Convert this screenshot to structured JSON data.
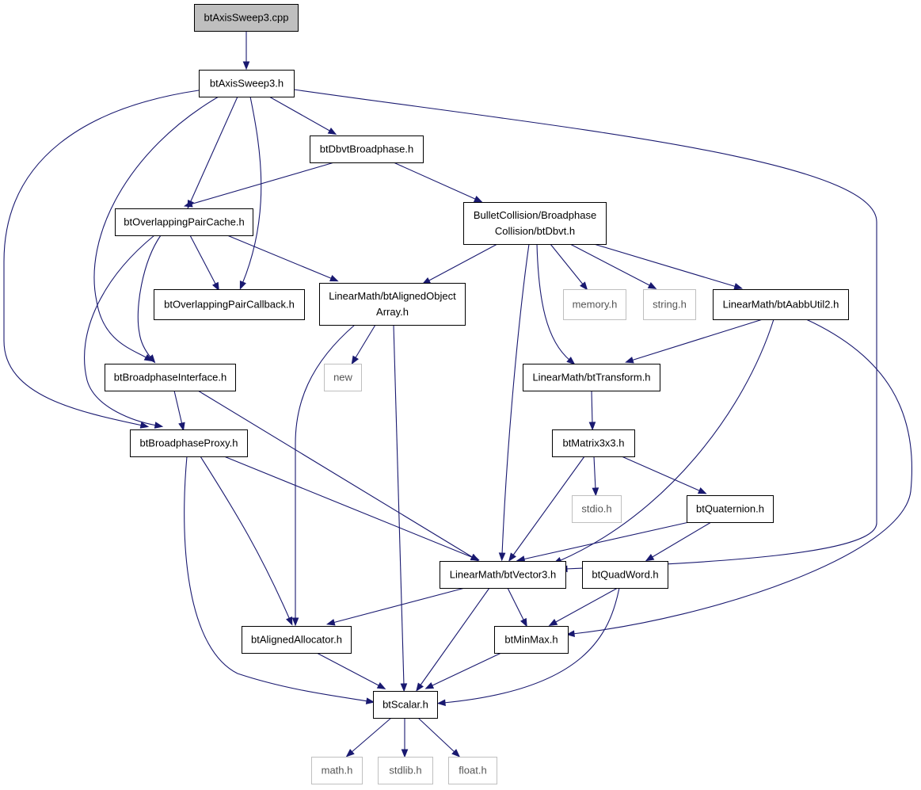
{
  "graph": {
    "nodes": [
      {
        "id": "root",
        "lines": [
          "btAxisSweep3.cpp"
        ],
        "kind": "root"
      },
      {
        "id": "axis_h",
        "lines": [
          "btAxisSweep3.h"
        ],
        "kind": "internal"
      },
      {
        "id": "dbvtbp",
        "lines": [
          "btDbvtBroadphase.h"
        ],
        "kind": "internal"
      },
      {
        "id": "opc",
        "lines": [
          "btOverlappingPairCache.h"
        ],
        "kind": "internal"
      },
      {
        "id": "dbvt",
        "lines": [
          "BulletCollision/Broadphase",
          "Collision/btDbvt.h"
        ],
        "kind": "internal"
      },
      {
        "id": "opcb",
        "lines": [
          "btOverlappingPairCallback.h"
        ],
        "kind": "internal"
      },
      {
        "id": "aoa",
        "lines": [
          "LinearMath/btAlignedObject",
          "Array.h"
        ],
        "kind": "internal"
      },
      {
        "id": "memory",
        "lines": [
          "memory.h"
        ],
        "kind": "external"
      },
      {
        "id": "string",
        "lines": [
          "string.h"
        ],
        "kind": "external"
      },
      {
        "id": "aabb",
        "lines": [
          "LinearMath/btAabbUtil2.h"
        ],
        "kind": "internal"
      },
      {
        "id": "bpi",
        "lines": [
          "btBroadphaseInterface.h"
        ],
        "kind": "internal"
      },
      {
        "id": "new",
        "lines": [
          "new"
        ],
        "kind": "external"
      },
      {
        "id": "transform",
        "lines": [
          "LinearMath/btTransform.h"
        ],
        "kind": "internal"
      },
      {
        "id": "bpp",
        "lines": [
          "btBroadphaseProxy.h"
        ],
        "kind": "internal"
      },
      {
        "id": "mat",
        "lines": [
          "btMatrix3x3.h"
        ],
        "kind": "internal"
      },
      {
        "id": "stdio",
        "lines": [
          "stdio.h"
        ],
        "kind": "external"
      },
      {
        "id": "quat",
        "lines": [
          "btQuaternion.h"
        ],
        "kind": "internal"
      },
      {
        "id": "vec3",
        "lines": [
          "LinearMath/btVector3.h"
        ],
        "kind": "internal"
      },
      {
        "id": "quadword",
        "lines": [
          "btQuadWord.h"
        ],
        "kind": "internal"
      },
      {
        "id": "alloc",
        "lines": [
          "btAlignedAllocator.h"
        ],
        "kind": "internal"
      },
      {
        "id": "minmax",
        "lines": [
          "btMinMax.h"
        ],
        "kind": "internal"
      },
      {
        "id": "scalar",
        "lines": [
          "btScalar.h"
        ],
        "kind": "internal"
      },
      {
        "id": "math",
        "lines": [
          "math.h"
        ],
        "kind": "external"
      },
      {
        "id": "stdlib",
        "lines": [
          "stdlib.h"
        ],
        "kind": "external"
      },
      {
        "id": "float",
        "lines": [
          "float.h"
        ],
        "kind": "external"
      }
    ],
    "edges": [
      {
        "from": "root",
        "to": "axis_h"
      },
      {
        "from": "axis_h",
        "to": "dbvtbp"
      },
      {
        "from": "axis_h",
        "to": "opc"
      },
      {
        "from": "axis_h",
        "to": "opcb"
      },
      {
        "from": "axis_h",
        "to": "bpi"
      },
      {
        "from": "axis_h",
        "to": "bpp"
      },
      {
        "from": "axis_h",
        "to": "vec3"
      },
      {
        "from": "dbvtbp",
        "to": "opc"
      },
      {
        "from": "dbvtbp",
        "to": "dbvt"
      },
      {
        "from": "opc",
        "to": "opcb"
      },
      {
        "from": "opc",
        "to": "aoa"
      },
      {
        "from": "opc",
        "to": "bpi"
      },
      {
        "from": "opc",
        "to": "bpp"
      },
      {
        "from": "dbvt",
        "to": "aoa"
      },
      {
        "from": "dbvt",
        "to": "memory"
      },
      {
        "from": "dbvt",
        "to": "string"
      },
      {
        "from": "dbvt",
        "to": "aabb"
      },
      {
        "from": "dbvt",
        "to": "transform"
      },
      {
        "from": "dbvt",
        "to": "vec3"
      },
      {
        "from": "aoa",
        "to": "new"
      },
      {
        "from": "aoa",
        "to": "alloc"
      },
      {
        "from": "aoa",
        "to": "scalar"
      },
      {
        "from": "aabb",
        "to": "transform"
      },
      {
        "from": "aabb",
        "to": "vec3"
      },
      {
        "from": "aabb",
        "to": "minmax"
      },
      {
        "from": "bpi",
        "to": "bpp"
      },
      {
        "from": "bpi",
        "to": "vec3"
      },
      {
        "from": "transform",
        "to": "mat"
      },
      {
        "from": "bpp",
        "to": "vec3"
      },
      {
        "from": "bpp",
        "to": "alloc"
      },
      {
        "from": "bpp",
        "to": "scalar"
      },
      {
        "from": "mat",
        "to": "stdio"
      },
      {
        "from": "mat",
        "to": "quat"
      },
      {
        "from": "mat",
        "to": "vec3"
      },
      {
        "from": "quat",
        "to": "vec3"
      },
      {
        "from": "quat",
        "to": "quadword"
      },
      {
        "from": "vec3",
        "to": "alloc"
      },
      {
        "from": "vec3",
        "to": "minmax"
      },
      {
        "from": "vec3",
        "to": "scalar"
      },
      {
        "from": "quadword",
        "to": "minmax"
      },
      {
        "from": "quadword",
        "to": "scalar"
      },
      {
        "from": "alloc",
        "to": "scalar"
      },
      {
        "from": "minmax",
        "to": "scalar"
      },
      {
        "from": "scalar",
        "to": "math"
      },
      {
        "from": "scalar",
        "to": "stdlib"
      },
      {
        "from": "scalar",
        "to": "float"
      }
    ]
  }
}
